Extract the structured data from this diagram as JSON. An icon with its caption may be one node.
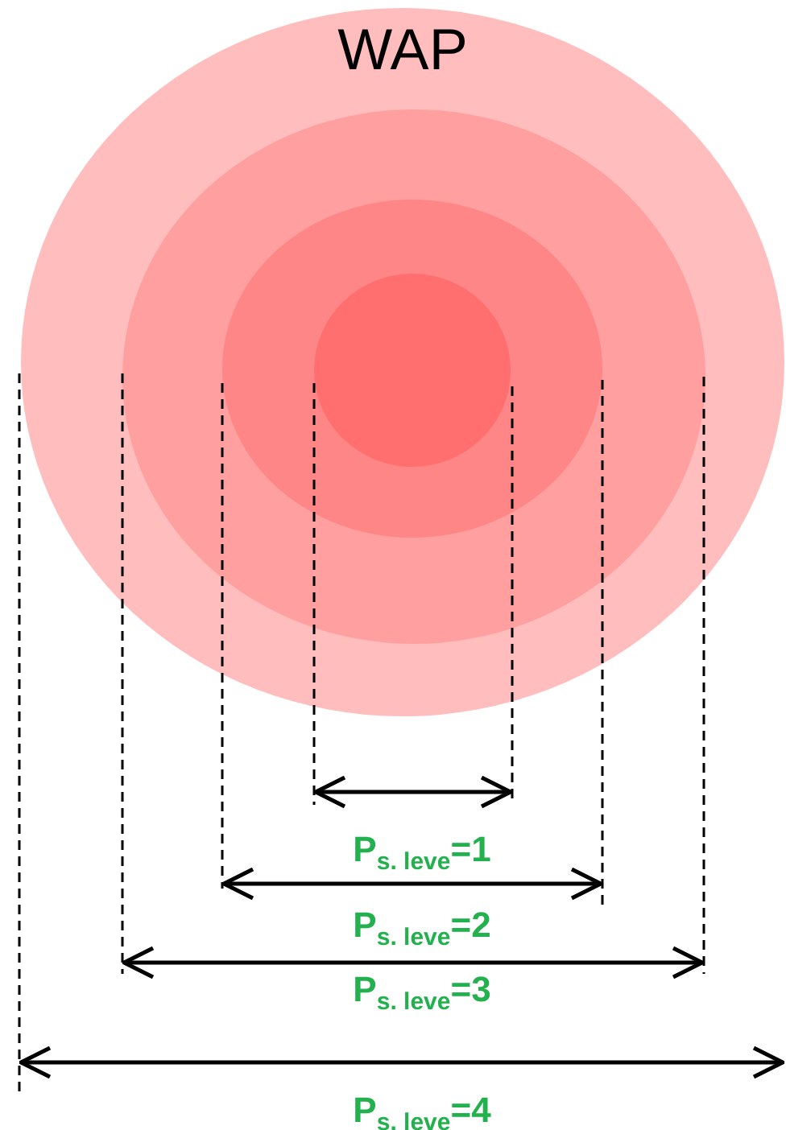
{
  "diagram": {
    "nodes": [
      {
        "text": [
          "WAP"
        ]
      },
      {
        "text": [],
        "shape": "ellipse",
        "in": 0
      },
      {
        "text": [],
        "shape": "ellipse",
        "in": 1
      },
      {
        "text": [],
        "shape": "ellipse",
        "in": 2
      }
    ],
    "labels": [
      "P$_{s. leve}$=1",
      "P$_{s. leve}$=2",
      "P$_{s. leve}$=3",
      "P$_{s. leve}$=4"
    ]
  }
}
